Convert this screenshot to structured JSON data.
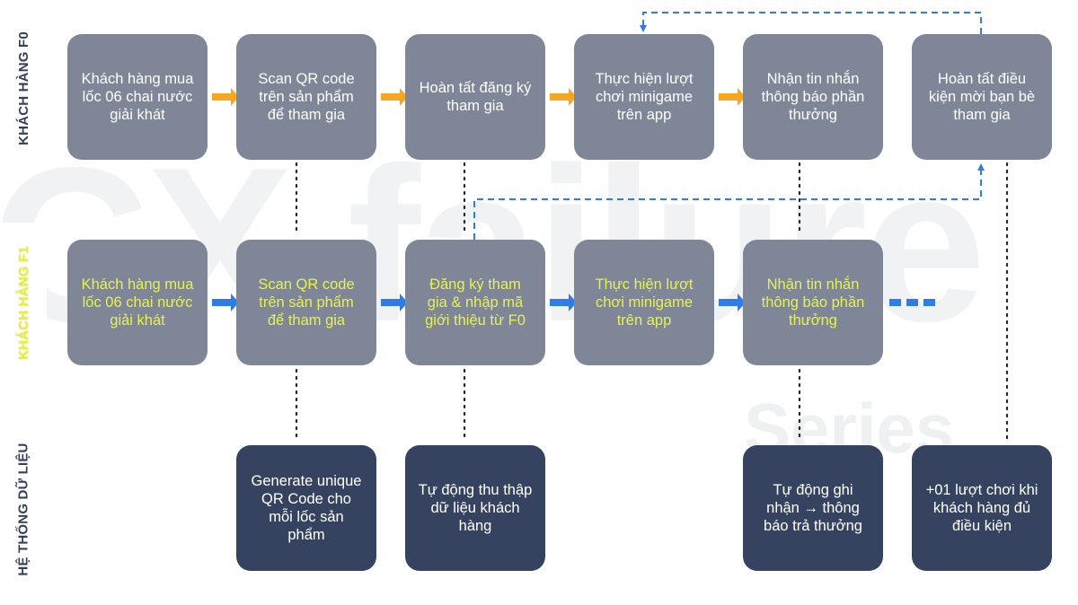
{
  "watermark": {
    "main": "CX failure",
    "sub": "Series"
  },
  "lanes": {
    "f0": "KHÁCH HÀNG F0",
    "f1": "KHÁCH HÀNG F1",
    "system": "HỆ THỐNG DỮ LIỆU"
  },
  "steps_f0": [
    "Khách hàng mua lốc 06 chai nước giải khát",
    "Scan QR code trên sản phẩm để tham gia",
    "Hoàn tất đăng ký tham gia",
    "Thực hiện lượt chơi minigame trên app",
    "Nhận tin nhắn thông báo phần thưởng",
    "Hoàn tất điều kiện mời bạn bè tham gia"
  ],
  "steps_f1": [
    "Khách hàng mua lốc 06 chai nước giải khát",
    "Scan QR code trên sản phẩm để tham gia",
    "Đăng ký tham gia  & nhập mã giới thiệu từ F0",
    "Thực hiện lượt chơi minigame trên app",
    "Nhận tin nhắn thông báo phần thưởng"
  ],
  "steps_system": [
    "Generate unique QR Code cho mỗi lốc sản phẩm",
    "Tự động thu thập dữ liệu khách hàng",
    "Tự động ghi nhận → thông báo trả thưởng",
    "+01 lượt chơi khi khách hàng đủ điều kiện"
  ],
  "colors": {
    "f0_arrow": "#f5a623",
    "f1_arrow": "#2f7be8",
    "loop_dash": "#2f7be8",
    "f0_box": "#7e8697",
    "f1_text": "#e8f34a",
    "system_box": "#354360"
  }
}
